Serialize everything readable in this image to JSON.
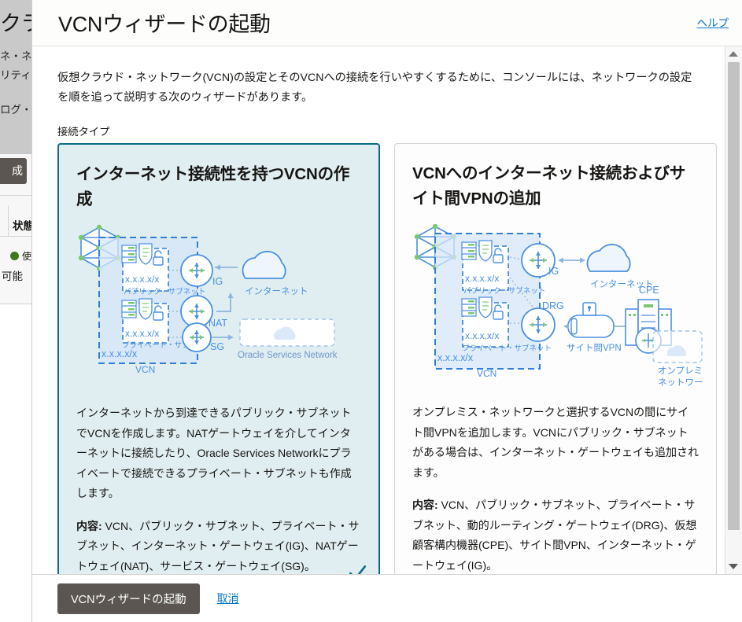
{
  "background": {
    "nav_title": "クラ",
    "nav_items": [
      "ネ・ネッ",
      "リティ",
      "ログ・メ"
    ],
    "create_button": "成",
    "table_header": "状態",
    "status_dot_color": "#3b7a1f",
    "status_label_short": "使",
    "status_text": "可能"
  },
  "dialog": {
    "title": "VCNウィザードの起動",
    "help_link": "ヘルプ",
    "intro": "仮想クラウド・ネットワーク(VCN)の設定とそのVCNへの接続を行いやすくするために、コンソールには、ネットワークの設定を順を追って説明する次のウィザードがあります。",
    "field_label": "接続タイプ",
    "footer": {
      "primary_button": "VCNウィザードの起動",
      "cancel_link": "取消"
    },
    "selected_index": 0,
    "accent_color": "#0c6b86",
    "selected_bg": "#e1eef1",
    "link_color": "#0572ce",
    "primary_button_bg": "#5b5651"
  },
  "cards": [
    {
      "title": "インターネット接続性を持つVCNの作成",
      "selected": true,
      "description": "インターネットから到達できるパブリック・サブネットでVCNを作成します。NATゲートウェイを介してインターネットに接続したり、Oracle Services Networkにプライベートで接続できるプライベート・サブネットも作成します。",
      "includes_label": "内容:",
      "includes_text": " VCN、パブリック・サブネット、プライベート・サブネット、インターネット・ゲートウェイ(IG)、NATゲートウェイ(NAT)、サービス・ゲートウェイ(SG)。",
      "diagram": {
        "vcn_label": "VCN",
        "vcn_cidr": "x.x.x.x/x",
        "public_subnet_label": "パブリック・サブネット",
        "public_subnet_cidr": "x.x.x.x/x",
        "private_subnet_label": "プライベート・サブネット",
        "private_subnet_cidr": "x.x.x.x/x",
        "gateways": [
          "IG",
          "NAT",
          "SG"
        ],
        "internet_label": "インターネット",
        "osn_label": "Oracle Services Network"
      }
    },
    {
      "title": "VCNへのインターネット接続およびサイト間VPNの追加",
      "selected": false,
      "description": "オンプレミス・ネットワークと選択するVCNの間にサイト間VPNを追加します。VCNにパブリック・サブネットがある場合は、インターネット・ゲートウェイも追加されます。",
      "includes_label": "内容:",
      "includes_text": " VCN、パブリック・サブネット、プライベート・サブネット、動的ルーティング・ゲートウェイ(DRG)、仮想顧客構内機器(CPE)、サイト間VPN、インターネット・ゲートウェイ(IG)。",
      "diagram": {
        "vcn_label": "VCN",
        "vcn_cidr": "x.x.x.x/x",
        "public_subnet_label": "パブリック・サブネット",
        "public_subnet_cidr": "x.x.x.x/x",
        "private_subnet_label": "プライベート・サブネット",
        "private_subnet_cidr": "x.x.x.x/x",
        "gateways": [
          "IG",
          "DRG"
        ],
        "internet_label": "インターネット",
        "vpn_label": "サイト間VPN",
        "cpe_label": "CPE",
        "onprem_label_1": "オンプレミス",
        "onprem_label_2": "ネットワーク"
      }
    }
  ]
}
